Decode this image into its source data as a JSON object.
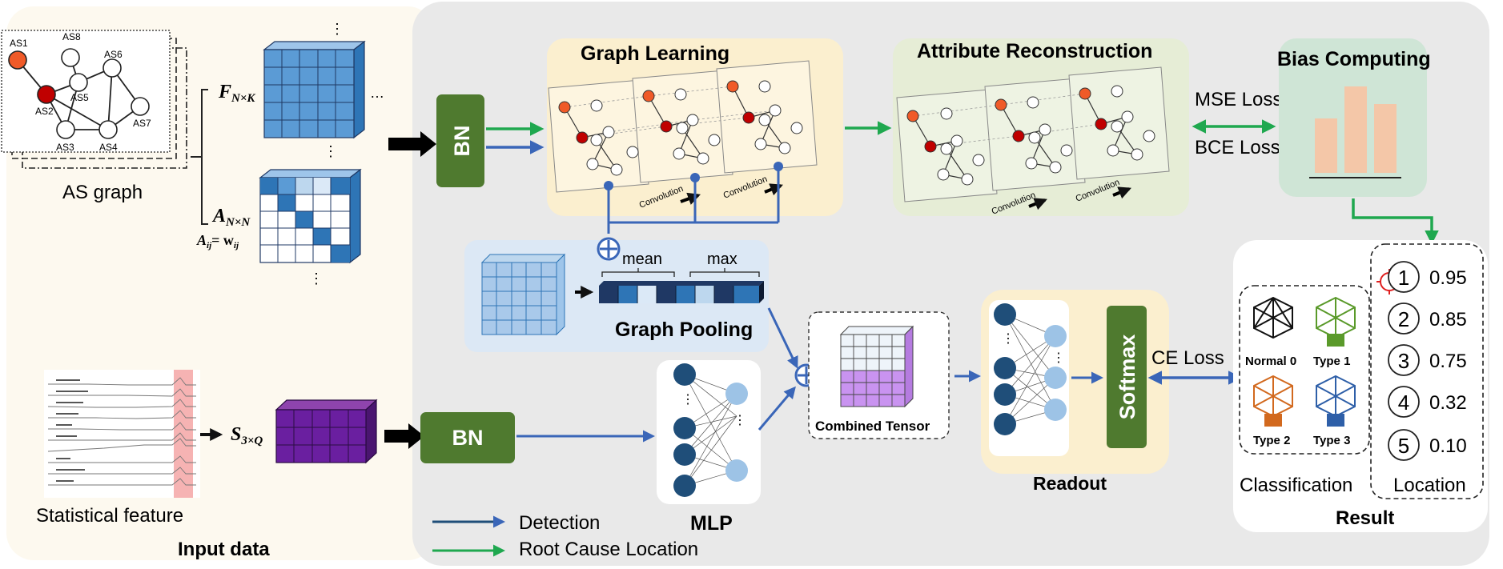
{
  "input": {
    "title": "Input data",
    "as_graph_label": "AS graph",
    "stat_label": "Statistical feature",
    "nodes": [
      "AS1",
      "AS2",
      "AS3",
      "AS4",
      "AS5",
      "AS6",
      "AS7",
      "AS8"
    ],
    "f_symbol": "F",
    "f_sub": "N×K",
    "a_symbol": "A",
    "a_sub": "N×N",
    "a_formula": "A",
    "a_formula_sub": "ij",
    "a_formula_rhs": "= w",
    "a_formula_rhs_sub": "ij",
    "s_symbol": "S",
    "s_sub": "3×Q",
    "dots_v": "⋮",
    "dots_h": "…"
  },
  "model": {
    "bn_top": "BN",
    "bn_bottom": "BN",
    "graph_learning": "Graph Learning",
    "attr_recon": "Attribute Reconstruction",
    "convolution": "Convolution",
    "bias_computing": "Bias Computing",
    "mse_loss": "MSE Loss",
    "bce_loss": "BCE Loss",
    "graph_pooling": "Graph Pooling",
    "mean": "mean",
    "max": "max",
    "combined_tensor": "Combined Tensor",
    "mlp": "MLP",
    "readout": "Readout",
    "softmax": "Softmax",
    "ce_loss": "CE Loss"
  },
  "result": {
    "title": "Result",
    "classification_label": "Classification",
    "location_label": "Location",
    "classes": [
      "Normal 0",
      "Type 1",
      "Type 2",
      "Type 3"
    ],
    "ranks": [
      "1",
      "2",
      "3",
      "4",
      "5"
    ],
    "scores": [
      "0.95",
      "0.85",
      "0.75",
      "0.32",
      "0.10"
    ]
  },
  "legend": {
    "detection": "Detection",
    "root_cause": "Root Cause Location"
  },
  "colors": {
    "blue_arrow": "#3a66b8",
    "green_arrow": "#1fa84f",
    "bn_green": "#4f7a2f",
    "node_orange": "#f05a28",
    "node_red": "#c00000",
    "purple": "#6a1fa0",
    "cube_blue": "#5b9bd5",
    "input_bg": "#fdf9ef",
    "main_bg": "#e9e9e9"
  }
}
